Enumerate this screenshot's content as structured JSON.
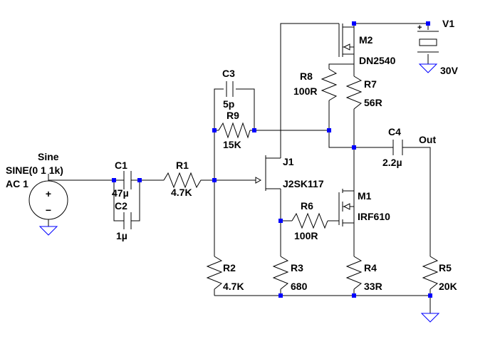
{
  "colors": {
    "wire": "#000000",
    "junction": "#0000ff",
    "ground": "#0000ff",
    "source_fill": "#ffffff"
  },
  "source": {
    "name": "Sine",
    "value": "SINE(0 1 1k)",
    "ac": "AC 1",
    "plus": "+",
    "minus": "−"
  },
  "battery": {
    "name": "V1",
    "value": "30V",
    "plus": "+"
  },
  "output_label": "Out",
  "components": {
    "C1": {
      "name": "C1",
      "value": "47µ"
    },
    "C2": {
      "name": "C2",
      "value": "1µ"
    },
    "C3": {
      "name": "C3",
      "value": "5p"
    },
    "C4": {
      "name": "C4",
      "value": "2.2µ"
    },
    "R1": {
      "name": "R1",
      "value": "4.7K"
    },
    "R2": {
      "name": "R2",
      "value": "4.7K"
    },
    "R3": {
      "name": "R3",
      "value": "680"
    },
    "R4": {
      "name": "R4",
      "value": "33R"
    },
    "R5": {
      "name": "R5",
      "value": "20K"
    },
    "R6": {
      "name": "R6",
      "value": "100R"
    },
    "R7": {
      "name": "R7",
      "value": "56R"
    },
    "R8": {
      "name": "R8",
      "value": "100R"
    },
    "R9": {
      "name": "R9",
      "value": "15K"
    },
    "J1": {
      "name": "J1",
      "value": "J2SK117"
    },
    "M1": {
      "name": "M1",
      "value": "IRF610"
    },
    "M2": {
      "name": "M2",
      "value": "DN2540"
    }
  }
}
